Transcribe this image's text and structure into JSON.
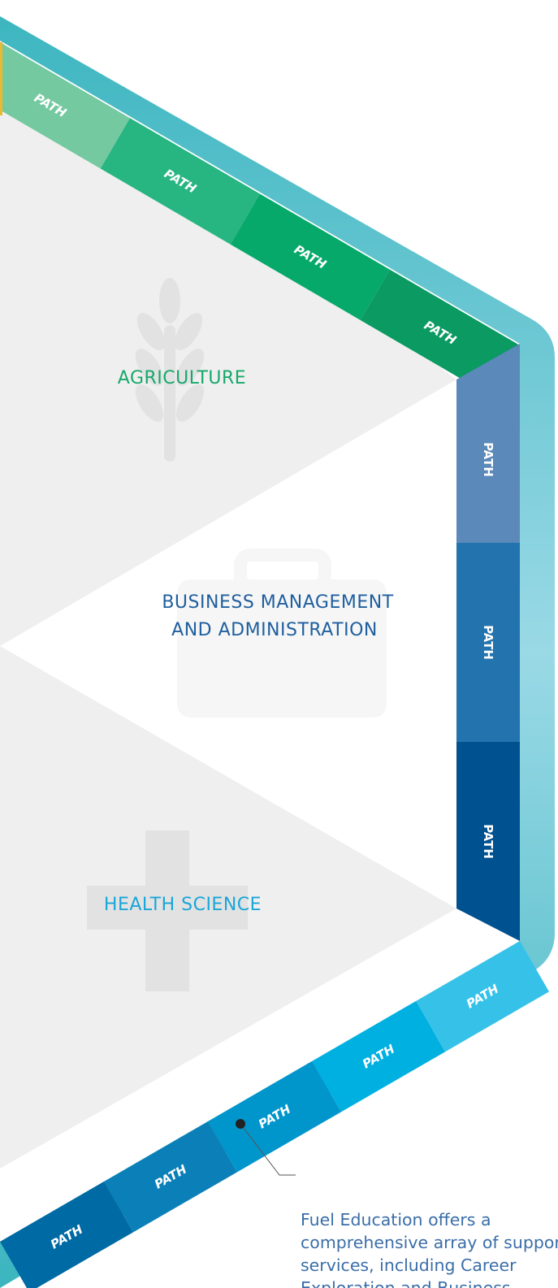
{
  "sectors": [
    {
      "label": "AGRICULTURE",
      "icon": "wheat-icon",
      "color": "#17a86b"
    },
    {
      "label_line1": "BUSINESS MANAGEMENT",
      "label_line2": "AND ADMINISTRATION",
      "icon": "briefcase-icon",
      "color": "#1f5f9e"
    },
    {
      "label": "HEALTH SCIENCE",
      "icon": "medical-cross-icon",
      "color": "#19a6d8"
    }
  ],
  "path_label": "PATH",
  "top_paths": [
    {
      "label": "PATH",
      "color": "#74c9a0"
    },
    {
      "label": "PATH",
      "color": "#27b582"
    },
    {
      "label": "PATH",
      "color": "#06a96a"
    },
    {
      "label": "PATH",
      "color": "#0a9a62"
    }
  ],
  "right_paths": [
    {
      "label": "PATH",
      "color": "#5a89ba"
    },
    {
      "label": "PATH",
      "color": "#2373ae"
    },
    {
      "label": "PATH",
      "color": "#005190"
    }
  ],
  "bottom_paths": [
    {
      "label": "PATH",
      "color": "#36c2e8"
    },
    {
      "label": "PATH",
      "color": "#00b0e0"
    },
    {
      "label": "PATH",
      "color": "#0096cc"
    },
    {
      "label": "PATH",
      "color": "#0b80b8"
    },
    {
      "label": "PATH",
      "color": "#006aa4"
    }
  ],
  "callout": {
    "text": "Fuel Education offers a comprehensive array of support services, including Career Exploration and Business Development."
  },
  "colors": {
    "frame": "#5fc4ce",
    "sector_fill": "#efefef",
    "icon_fill": "#e2e2e2"
  }
}
